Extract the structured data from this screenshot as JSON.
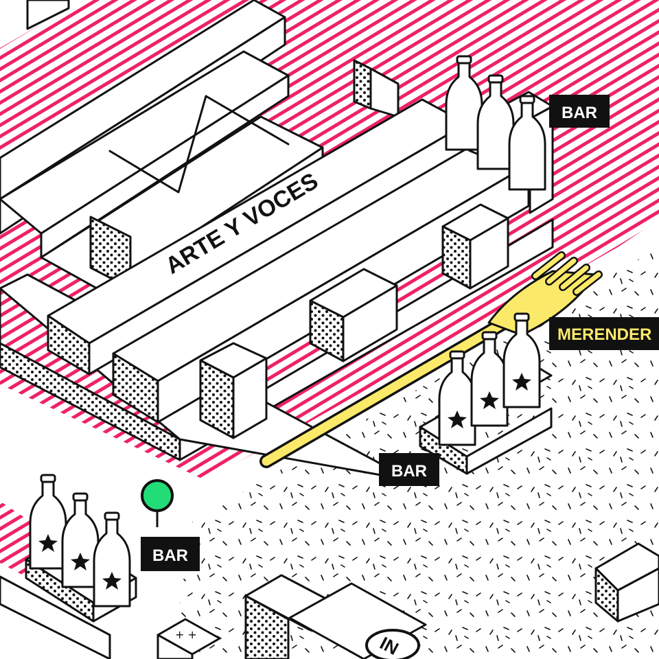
{
  "map": {
    "colors": {
      "stripe": "#ee2266",
      "fork": "#fbe96a",
      "pin": "#22dd77",
      "label_bg": "#111111",
      "label_text": "#ffffff",
      "ink": "#111111"
    },
    "stage": {
      "label": "ARTE Y VOCES"
    },
    "bars": [
      {
        "label": "BAR"
      },
      {
        "label": "BAR"
      },
      {
        "label": "BAR"
      }
    ],
    "merendero": {
      "label": "MERENDER"
    },
    "entrance": {
      "label": "IN"
    },
    "icons": [
      "bottle-icon",
      "star-icon",
      "fork-icon",
      "map-pin-icon"
    ]
  }
}
